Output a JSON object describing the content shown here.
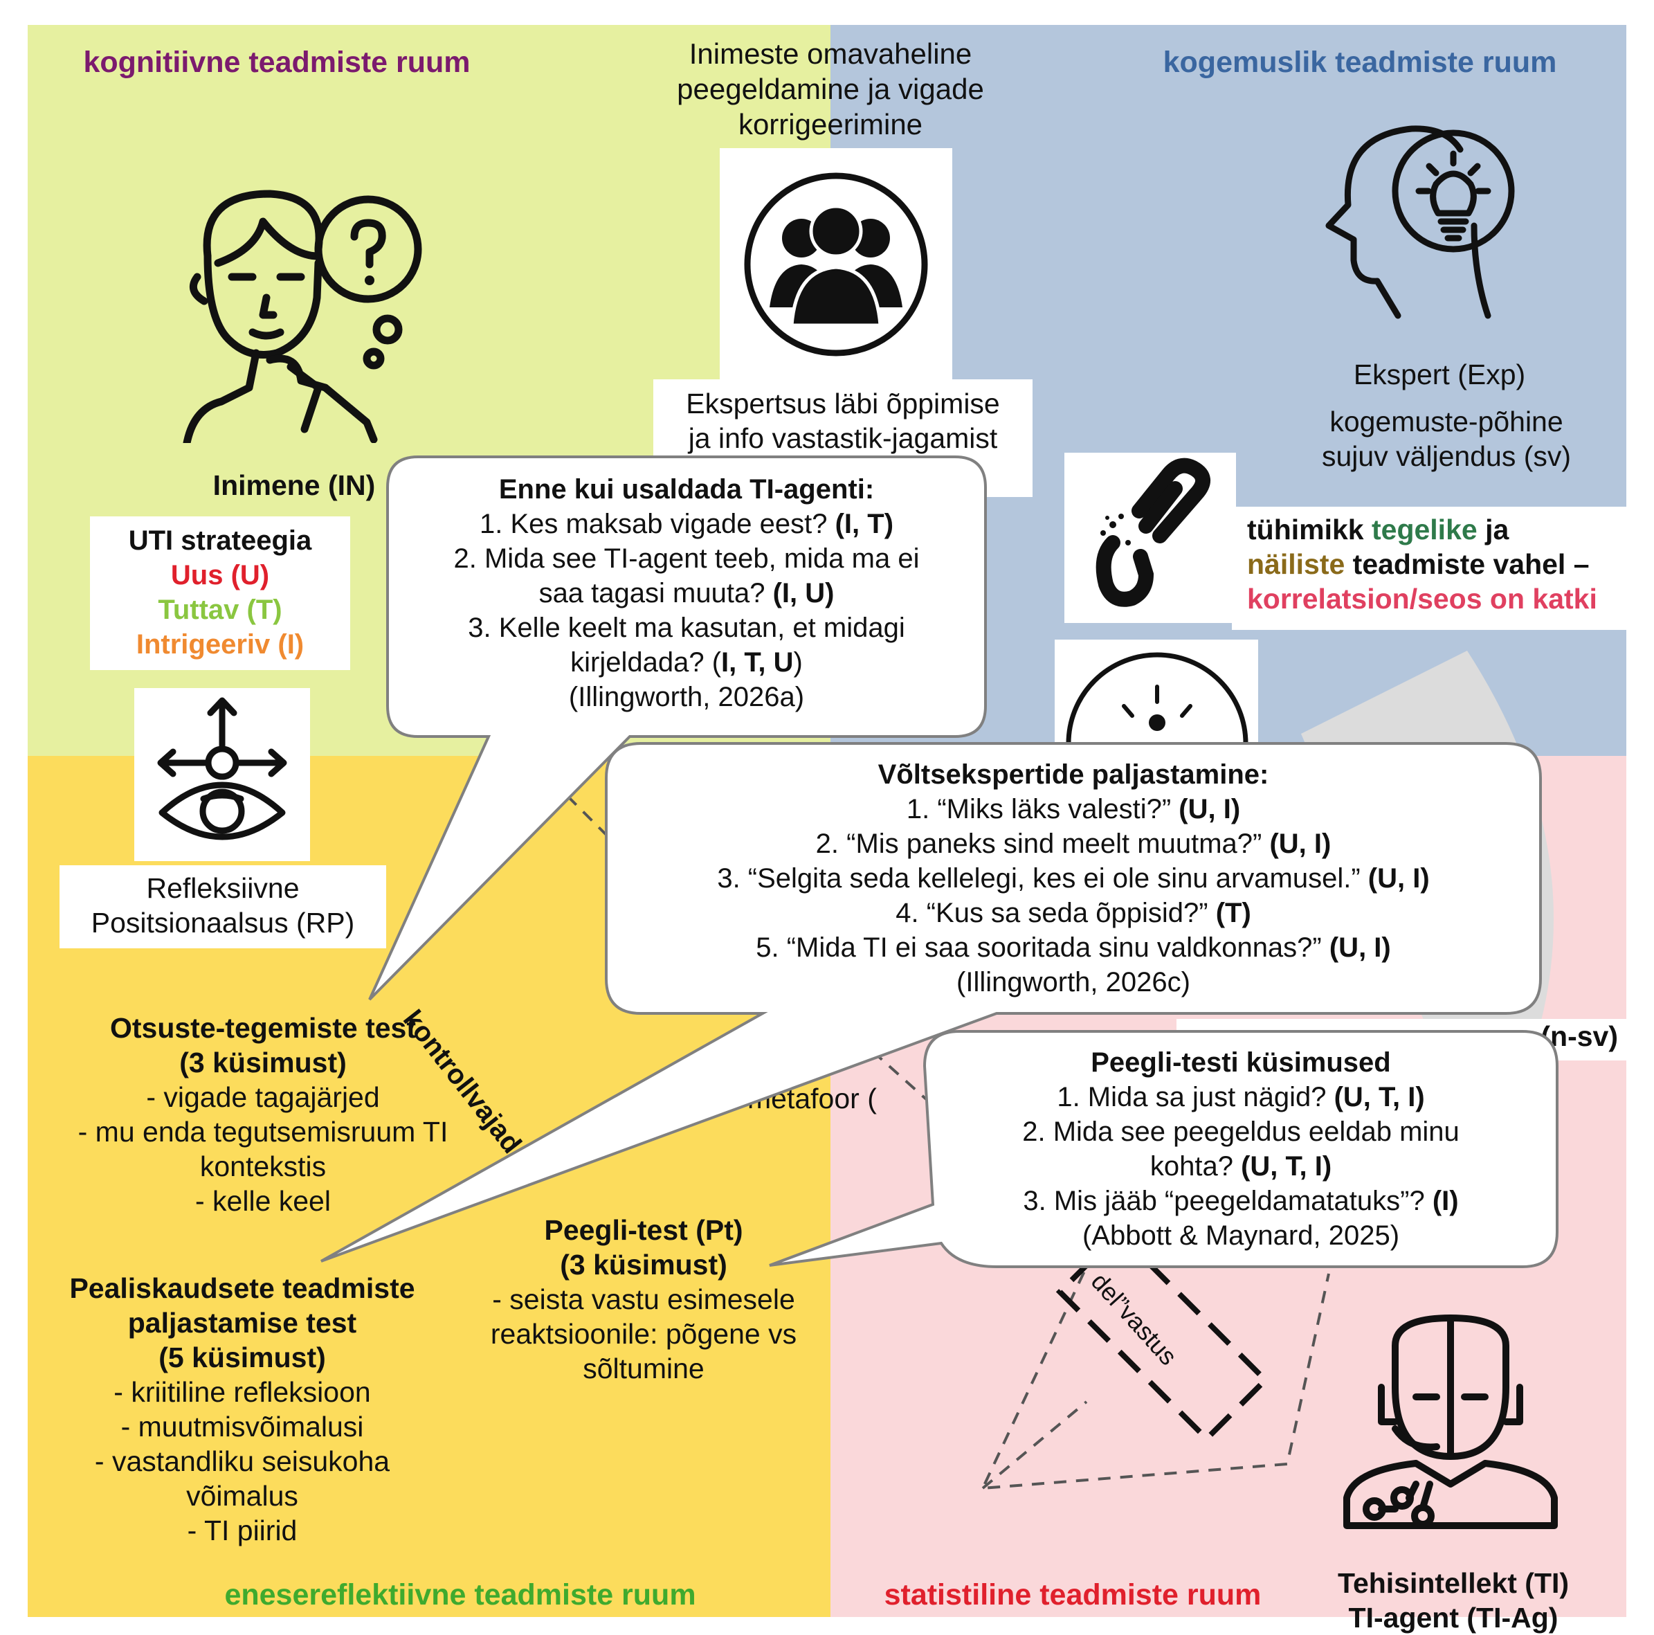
{
  "colors": {
    "cognitive_bg": "#e6f0a0",
    "experiential_bg": "#b4c6dc",
    "selfreflective_bg": "#fcdc5c",
    "statistical_bg": "#fad8da",
    "purple": "#7b1a6e",
    "blue": "#3a66a0",
    "green": "#3faa2e",
    "red": "#e0202c",
    "uti_red": "#e0202c",
    "uti_green": "#8ac640",
    "uti_orange": "#f08a30",
    "olive": "#8a6a1a",
    "dark_green": "#2e7a4a",
    "rose": "#e04060"
  },
  "quadrants": {
    "cognitive": "kognitiivne teadmiste ruum",
    "experiential": "kogemuslik teadmiste ruum",
    "selfreflective": "enesereflektiivne teadmiste ruum",
    "statistical": "statistiline teadmiste ruum"
  },
  "top_center": {
    "caption_lines": [
      "Inimeste omavaheline",
      "peegeldamine ja vigade",
      "korrigeerimine"
    ],
    "icon": "group-of-people-icon",
    "label_lines": [
      "Ekspertsus läbi õppimise",
      "ja info vastastik-jagamist"
    ]
  },
  "human": {
    "icon": "thinking-person-icon",
    "label": "Inimene (IN)"
  },
  "expert": {
    "icon": "head-lightbulb-icon",
    "label": "Ekspert (Exp)",
    "desc_lines": [
      "kogemuste-põhine",
      "sujuv väljendus (sv)"
    ]
  },
  "gap": {
    "icon": "broken-chain-icon",
    "line1_a": "tühimikk ",
    "line1_b": "tegelike",
    "line1_c": " ja",
    "line2_a": "näiliste",
    "line2_b": " teadmiste vahel –",
    "line3": "korrelatsion/seos on katki"
  },
  "uti": {
    "title": "UTI strateegia",
    "new": "Uus (U)",
    "familiar": "Tuttav (T)",
    "intriguing": "Intrigeeriv (I)"
  },
  "rp": {
    "icon": "eye-with-arrows-icon",
    "label_lines": [
      "Refleksiivne",
      "Positsionaalsus (RP)"
    ]
  },
  "diagonal_label": "kontrollvajadus",
  "fragments": {
    "nsv": "(n-sv)",
    "metafoor": "metafoor (",
    "vastus": "del”vastus"
  },
  "decision_test": {
    "title_line1": "Otsuste-tegemiste test",
    "title_line2": "(3 küsimust)",
    "items": [
      "- vigade tagajärjed",
      "- mu enda tegutsemisruum TI",
      "kontekstis",
      "- kelle keel"
    ]
  },
  "hidden_test": {
    "title_lines": [
      "Pealiskaudsete teadmiste",
      "paljastamise test",
      "(5 küsimust)"
    ],
    "items": [
      "- kriitiline refleksioon",
      "- muutmisvõimalusi",
      "- vastandliku seisukoha",
      "võimalus",
      "- TI piirid"
    ]
  },
  "mirror_test": {
    "title_lines": [
      "Peegli-test (Pt)",
      "(3 küsimust)"
    ],
    "items": [
      "- seista vastu esimesele",
      "reaktsioonile: põgene vs",
      "sõltumine"
    ]
  },
  "ai": {
    "icon": "ai-agent-robot-icon",
    "label_lines": [
      "Tehisintellekt (TI)",
      "TI-agent (TI-Ag)"
    ]
  },
  "bubble1": {
    "title": "Enne kui usaldada TI-agenti:",
    "lines": [
      {
        "text": "1. Kes maksab vigade eest? ",
        "bold": "(I, T)"
      },
      {
        "text": "2. Mida see TI-agent teeb, mida ma ei",
        "bold": ""
      },
      {
        "text": "saa tagasi muuta? ",
        "bold": "(I, U)"
      },
      {
        "text": "3. Kelle keelt ma kasutan, et midagi",
        "bold": ""
      },
      {
        "text": "kirjeldada? (",
        "bold": "I, T, U",
        "after": ")"
      },
      {
        "text": "(Illingworth, 2026a)",
        "bold": ""
      }
    ]
  },
  "bubble2": {
    "title": "Võltsekspertide paljastamine:",
    "lines": [
      {
        "text": "1. “Miks läks valesti?” ",
        "bold": "(U, I)"
      },
      {
        "text": "2. “Mis paneks sind meelt muutma?” ",
        "bold": "(U, I)"
      },
      {
        "text": "3. “Selgita seda kellelegi, kes ei ole sinu arvamusel.” ",
        "bold": "(U, I)"
      },
      {
        "text": "4. “Kus sa seda õppisid?” ",
        "bold": "(T)"
      },
      {
        "text": "5. “Mida TI ei saa sooritada sinu valdkonnas?” ",
        "bold": "(U, I)"
      },
      {
        "text": "(Illingworth, 2026c)",
        "bold": ""
      }
    ]
  },
  "bubble3": {
    "title": "Peegli-testi küsimused",
    "lines": [
      {
        "text": "1. Mida sa just nägid? ",
        "bold": "(U, T, I)"
      },
      {
        "text": "2. Mida see peegeldus eeldab minu",
        "bold": ""
      },
      {
        "text": "kohta? ",
        "bold": "(U, T, I)"
      },
      {
        "text": "3. Mis jääb “peegeldamatatuks”? ",
        "bold": "(I)"
      },
      {
        "text": "(Abbott & Maynard, 2025)",
        "bold": ""
      }
    ]
  }
}
